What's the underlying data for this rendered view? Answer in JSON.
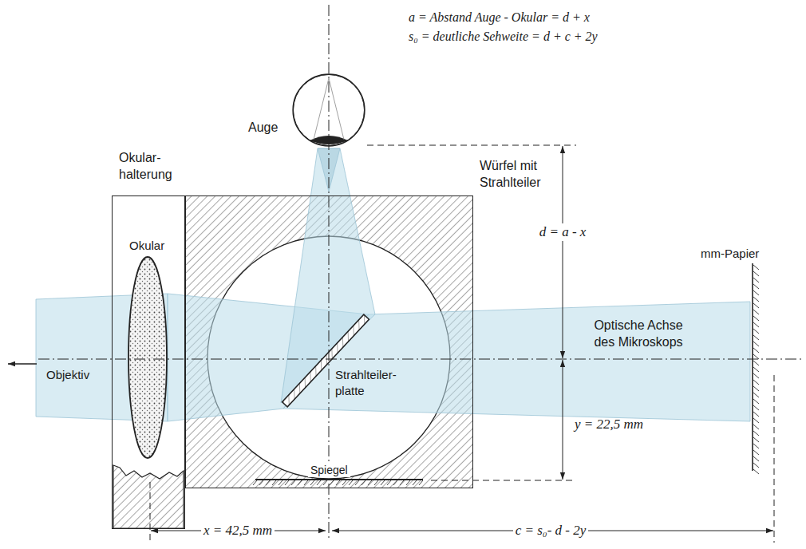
{
  "diagram": {
    "nodes": [
      {
        "text": [
          "Okular- halterung"
        ]
      },
      {
        "text": [
          "Würfel mit Strahlteiler"
        ]
      },
      {
        "text": [
          "Auge"
        ]
      }
    ],
    "labels": [
      "a = Abstand Auge - Okular = d + x",
      "s₀ = deutliche Sehweite = d + c + 2y",
      "d = a - x",
      "mm-Papier",
      "Optische Achse des Mikroskops",
      "Objektiv",
      "Okular",
      "Strahlteiler- platte",
      "y = 22,5 mm",
      "Spiegel",
      "x = 42,5 mm",
      "c = s₀- d - 2y"
    ]
  }
}
